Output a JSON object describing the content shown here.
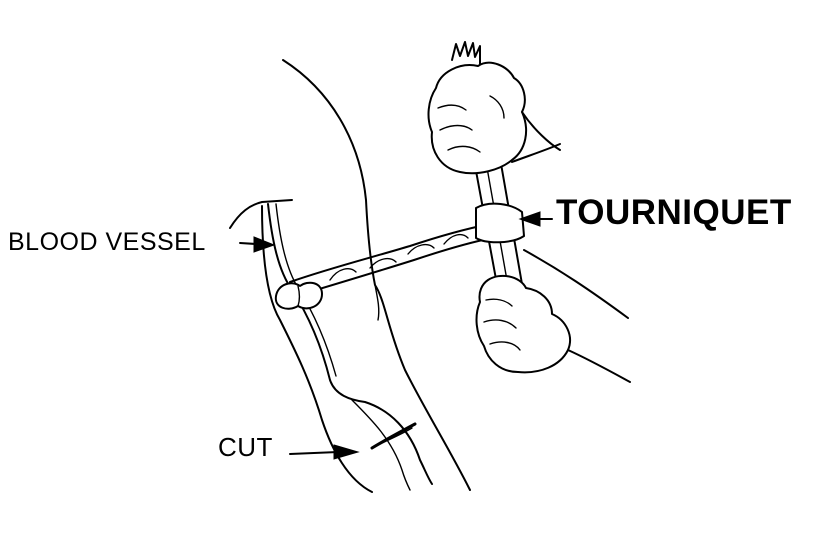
{
  "labels": {
    "blood_vessel": "BLOOD VESSEL",
    "tourniquet": "TOURNIQUET",
    "cut": "CUT"
  },
  "colors": {
    "ink": "#000000",
    "background": "#ffffff"
  }
}
